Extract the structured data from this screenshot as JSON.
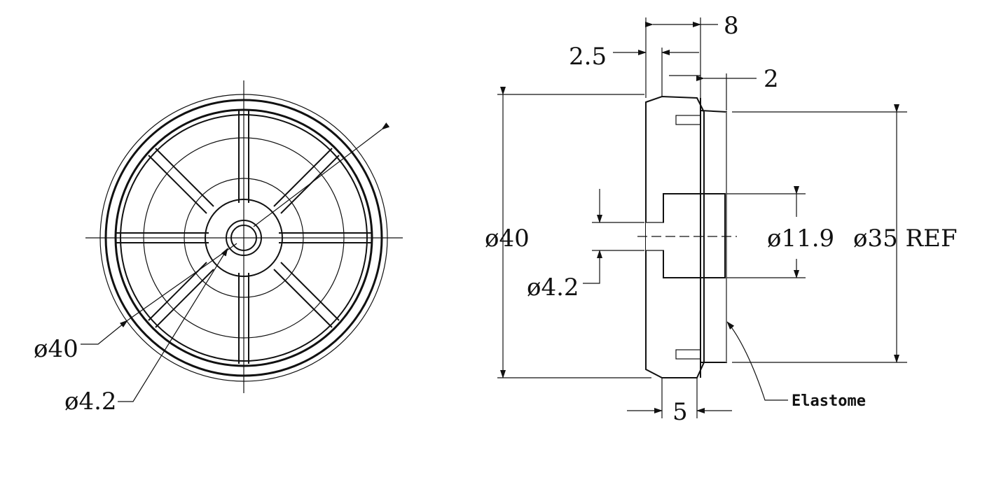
{
  "front_view": {
    "dim_outer": "ø40",
    "dim_hole": "ø4.2"
  },
  "side_view": {
    "dim_width": "8",
    "dim_step": "2.5",
    "dim_elastomer": "2",
    "dim_outer": "ø40",
    "dim_bore": "ø11.9",
    "dim_ref": "ø35 REF",
    "dim_hole": "ø4.2",
    "dim_rim": "5",
    "material_label": "Elastome"
  }
}
